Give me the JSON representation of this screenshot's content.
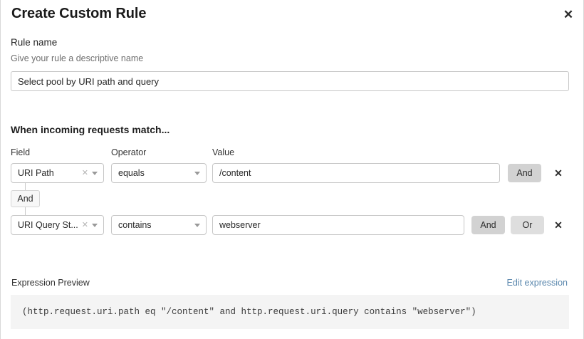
{
  "dialog": {
    "title": "Create Custom Rule",
    "close_icon": "close-icon"
  },
  "rule_name": {
    "label": "Rule name",
    "hint": "Give your rule a descriptive name",
    "value": "Select pool by URI path and query",
    "placeholder": "Select pool by URI path and query"
  },
  "conditions": {
    "heading": "When incoming requests match...",
    "columns": {
      "field": "Field",
      "operator": "Operator",
      "value": "Value"
    },
    "group_connector": "And",
    "rows": [
      {
        "field": "URI Path",
        "operator": "equals",
        "value": "/content",
        "buttons": [
          "And"
        ],
        "selected_conjunction": "And",
        "delete_icon": "close-icon"
      },
      {
        "field": "URI Query St...",
        "operator": "contains",
        "value": "webserver",
        "buttons": [
          "And",
          "Or"
        ],
        "selected_conjunction": "And",
        "delete_icon": "close-icon"
      }
    ]
  },
  "expression": {
    "label": "Expression Preview",
    "edit_link": "Edit expression",
    "code": "(http.request.uri.path eq \"/content\" and http.request.uri.query contains \"webserver\")"
  },
  "colors": {
    "link": "#5a87ad",
    "button_selected": "#d2d2d2",
    "button_unselected": "#dedede",
    "code_bg": "#f4f4f4"
  }
}
